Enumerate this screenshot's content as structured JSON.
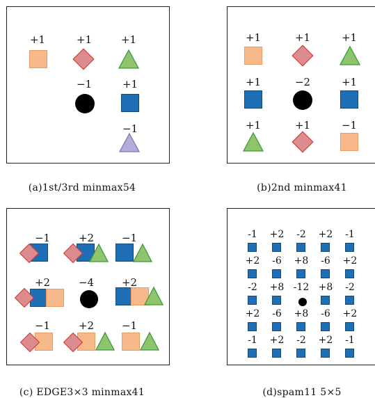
{
  "captions": {
    "a": "(a)1st/3rd minmax54",
    "b": "(b)2nd minmax41",
    "c": "(c) EDGE3×3 minmax41",
    "d": "(d)spam11 5×5"
  },
  "panel_a": {
    "labels": [
      "+1",
      "+1",
      "+1",
      "−1",
      "+1",
      "−1"
    ]
  },
  "panel_b": {
    "labels": [
      "+1",
      "+1",
      "+1",
      "+1",
      "−2",
      "+1",
      "+1",
      "+1",
      "−1"
    ]
  },
  "panel_c": {
    "labels": [
      "−1",
      "+2",
      "−1",
      "+2",
      "−4",
      "+2",
      "−1",
      "+2",
      "−1"
    ]
  },
  "panel_d": {
    "rows": [
      [
        "-1",
        "+2",
        "-2",
        "+2",
        "-1"
      ],
      [
        "+2",
        "-6",
        "+8",
        "-6",
        "+2"
      ],
      [
        "-2",
        "+8",
        "-12",
        "+8",
        "-2"
      ],
      [
        "+2",
        "-6",
        "+8",
        "-6",
        "+2"
      ],
      [
        "-1",
        "+2",
        "-2",
        "+2",
        "-1"
      ]
    ]
  },
  "colors": {
    "orange_square": "#f7b98a",
    "red_diamond": "#dc8c8e",
    "green_triangle": "#8fc46c",
    "purple_triangle": "#b3acd8",
    "blue_square": "#1f6fb7",
    "center_dot": "#000000"
  }
}
